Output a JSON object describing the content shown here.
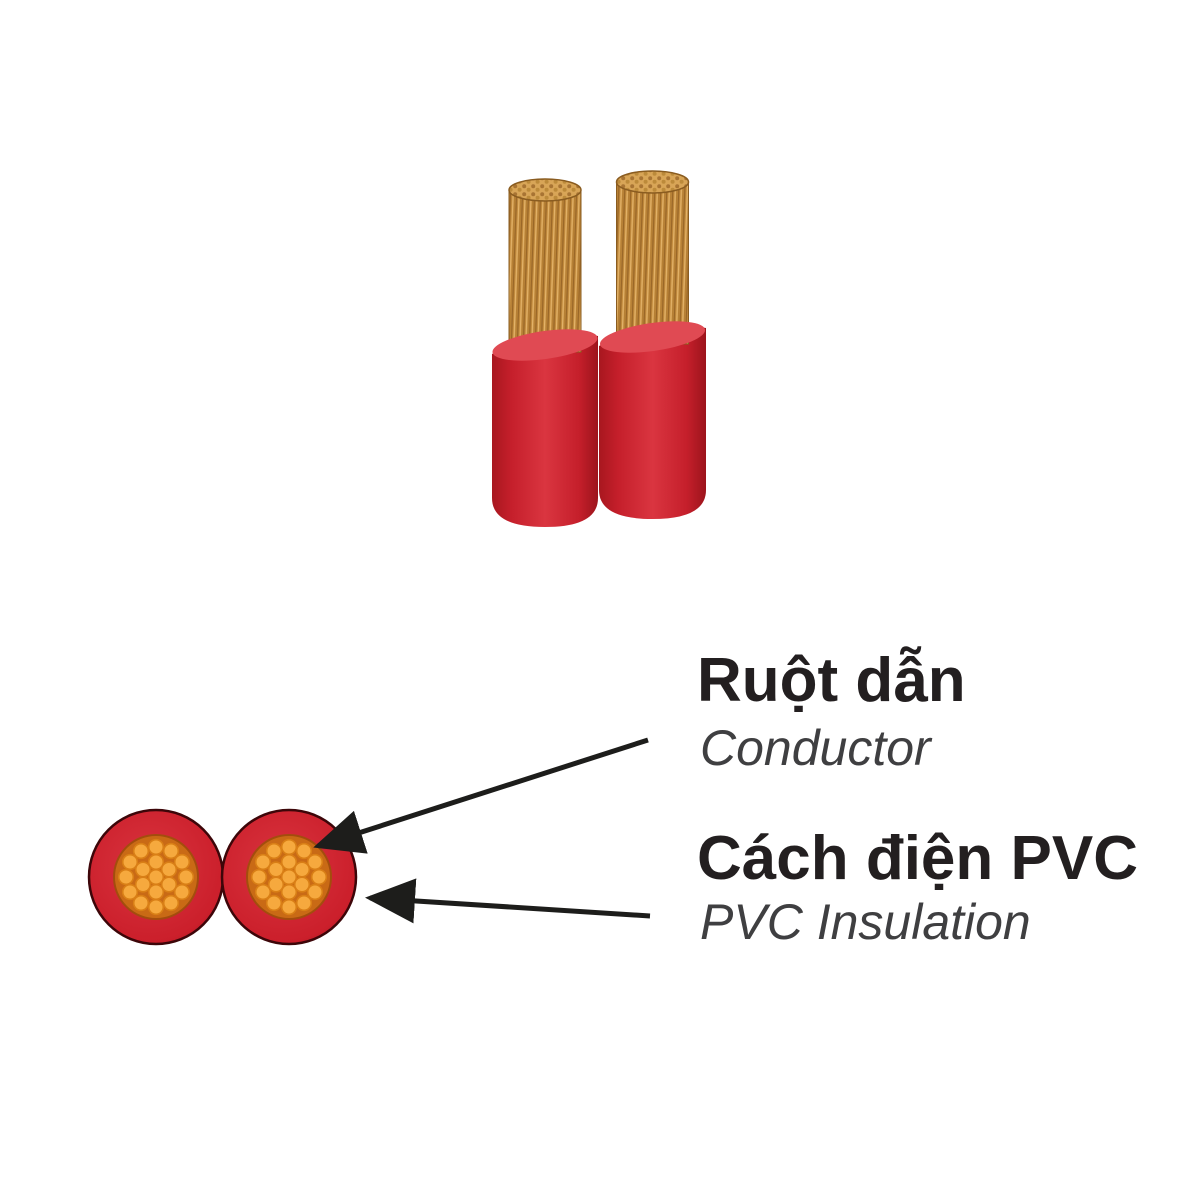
{
  "title": "Twin-core cable construction diagram",
  "labels": {
    "conductor": {
      "vi": "Ruột dẫn",
      "en": "Conductor"
    },
    "insulation": {
      "vi": "Cách điện PVC",
      "en": "PVC Insulation"
    }
  },
  "diagram": {
    "cores": 2,
    "strands_per_core": 19,
    "views": [
      "stripped-cable-3d",
      "cross-section"
    ]
  },
  "colors": {
    "background": "#ffffff",
    "insulation_red": "#ce2130",
    "insulation_red_dark": "#8e1119",
    "insulation_red_light": "#e04a53",
    "copper": "#c28a3c",
    "copper_dark": "#996627",
    "copper_light": "#e3b369",
    "strand_orange": "#f6a93e",
    "strand_orange_dark": "#d97f16",
    "bundle_background": "#c96a15",
    "line_color": "#1d1d1b",
    "heading_text": "#231f20",
    "subtitle_text": "#3f3f41"
  }
}
